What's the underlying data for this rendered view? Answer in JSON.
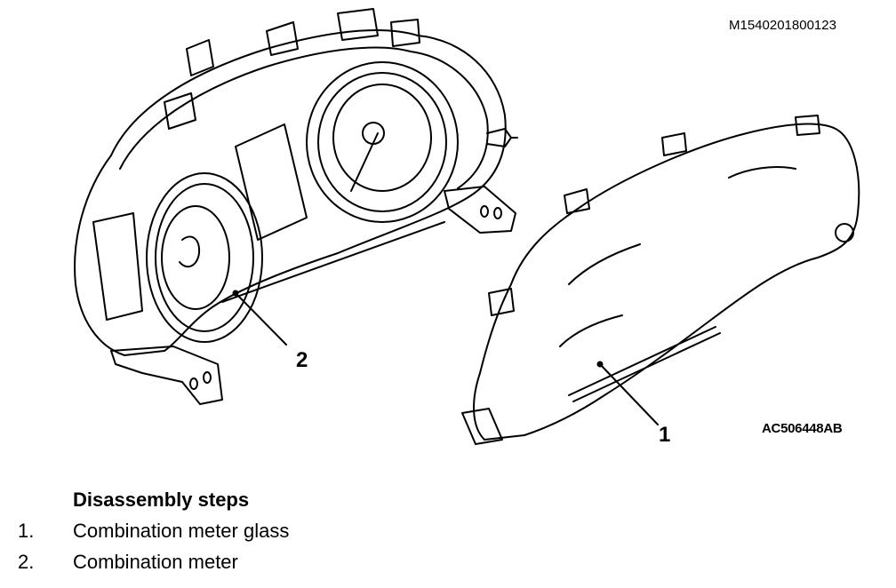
{
  "document_id": "M1540201800123",
  "figure_id": "AC506448AB",
  "callouts": {
    "one": "1",
    "two": "2"
  },
  "steps_title": "Disassembly steps",
  "steps": [
    {
      "number": "1.",
      "label": "Combination meter glass"
    },
    {
      "number": "2.",
      "label": "Combination meter"
    }
  ]
}
